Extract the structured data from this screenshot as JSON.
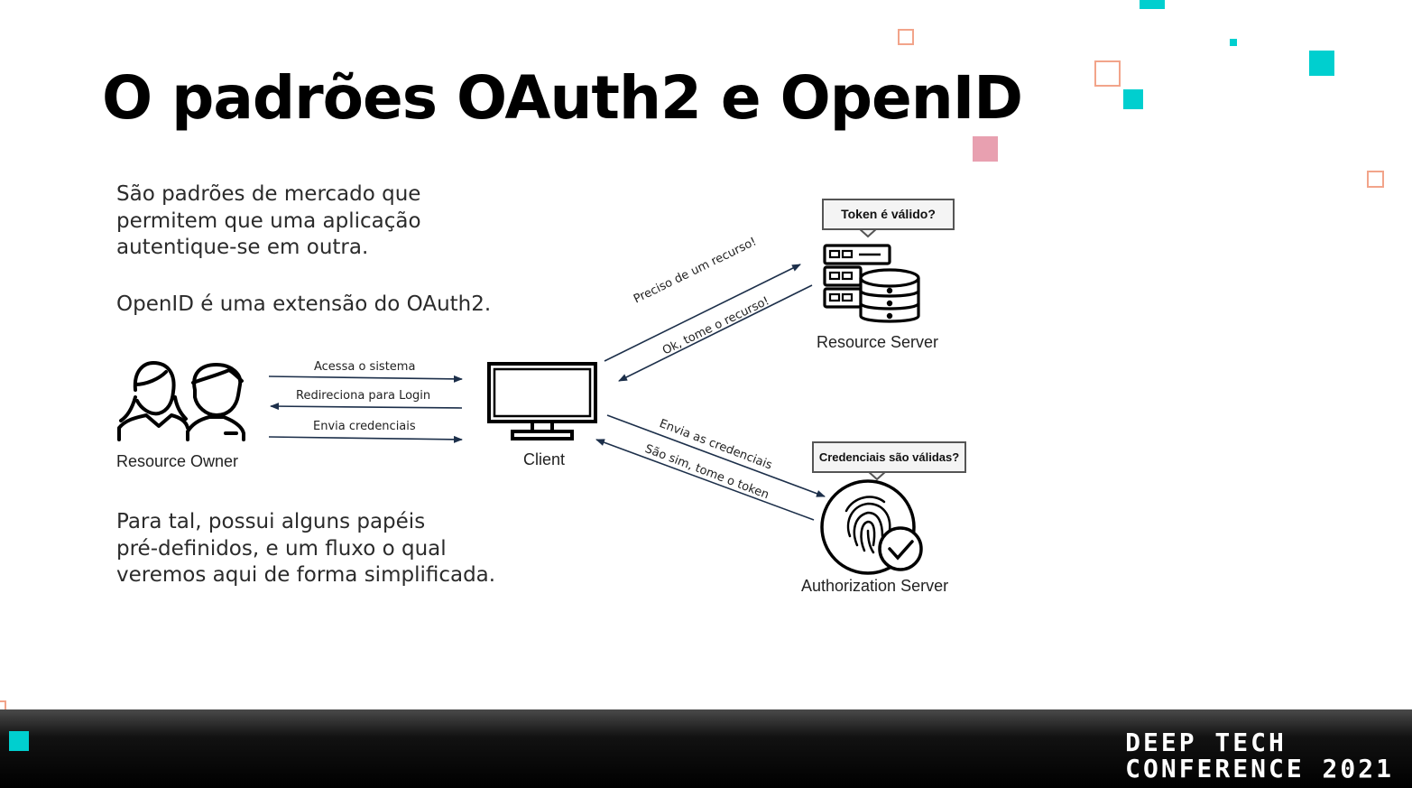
{
  "slide": {
    "title": "O padrões OAuth2 e OpenID",
    "intro_lines": [
      "São padrões de mercado que",
      "permitem que uma aplicação",
      "autentique-se em outra."
    ],
    "openid_line": "OpenID é uma extensão do OAuth2.",
    "outro_lines": [
      "Para tal, possui alguns papéis",
      "pré-definidos, e um fluxo o qual",
      "veremos aqui de forma simplificada."
    ]
  },
  "diagram": {
    "nodes": {
      "resource_owner": "Resource Owner",
      "client": "Client",
      "resource_server": "Resource Server",
      "authorization_server": "Authorization Server"
    },
    "bubbles": {
      "token_valid": "Token é válido?",
      "credentials_valid": "Credenciais são válidas?"
    },
    "edges": {
      "access_system": "Acessa o sistema",
      "redirect_login": "Redireciona para Login",
      "send_credentials": "Envia credenciais",
      "need_resource": "Preciso de um recurso!",
      "ok_take_resource": "Ok, tome o recurso!",
      "send_the_credentials": "Envia as credenciais",
      "yes_take_token": "São sim, tome o token"
    },
    "icons": [
      "users-icon",
      "monitor-icon",
      "server-database-icon",
      "fingerprint-check-icon"
    ]
  },
  "footer": {
    "brand_line1": "DEEP TECH",
    "brand_line2": "CONFERENCE 2021"
  },
  "colors": {
    "teal": "#00cfcf",
    "salmon": "#f2a48a",
    "pink": "#e8a0b0",
    "arrow": "#1c2f4a"
  }
}
